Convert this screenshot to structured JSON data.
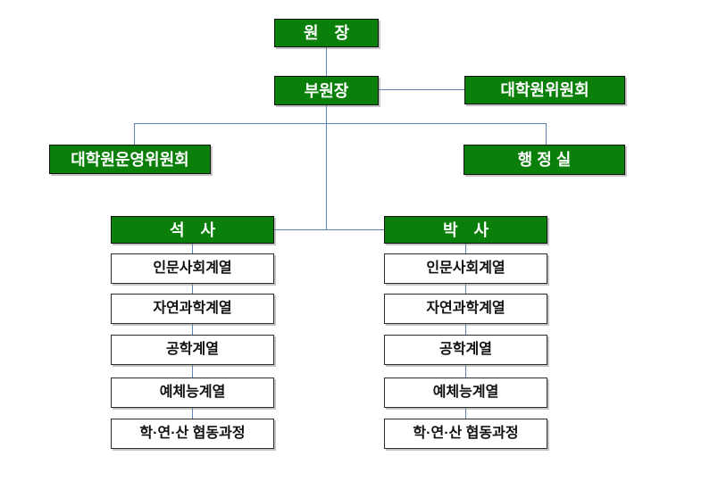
{
  "org_chart": {
    "nodes": {
      "director": {
        "label": "원　장"
      },
      "vice_director": {
        "label": "부원장"
      },
      "graduate_committee": {
        "label": "대학원위원회"
      },
      "operating_committee": {
        "label": "대학원운영위원회"
      },
      "admin_office": {
        "label": "행 정 실"
      },
      "masters": {
        "label": "석　사"
      },
      "doctoral": {
        "label": "박　사"
      }
    },
    "masters_departments": [
      "인문사회계열",
      "자연과학계열",
      "공학계열",
      "예체능계열",
      "학·연·산 협동과정"
    ],
    "doctoral_departments": [
      "인문사회계열",
      "자연과학계열",
      "공학계열",
      "예체능계열",
      "학·연·산 협동과정"
    ],
    "colors": {
      "node_green": "#0a800a",
      "node_border": "#111111",
      "white_box_border": "#2b2b2b",
      "connector_blue": "#5b84b6",
      "text_on_green": "#ffffff",
      "text_on_white": "#111111",
      "background": "#ffffff"
    }
  }
}
